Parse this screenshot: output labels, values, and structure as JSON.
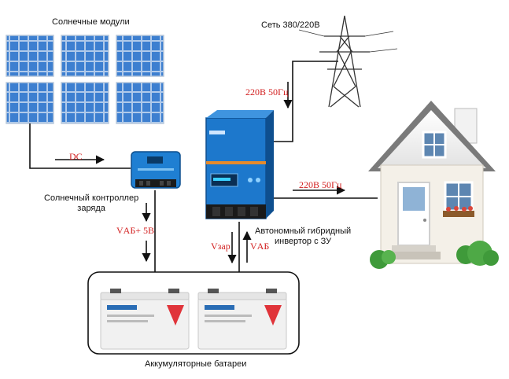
{
  "labels": {
    "solar_modules": "Солнечные модули",
    "grid": "Сеть 380/220В",
    "charge_controller": "Солнечный контроллер\nзаряда",
    "inverter": "Автономный гибридный\nинвертор с ЗУ",
    "batteries": "Аккумуляторные батареи"
  },
  "flows": {
    "dc": "DC",
    "grid_in": "220В 50Гц",
    "house_out": "220В 50Гц",
    "controller_out": "VАБ+ 5В",
    "charge_voltage": "Vзар",
    "battery_voltage": "VАБ"
  },
  "colors": {
    "flow_text": "#d21f1f",
    "panel": "#2a66b5",
    "inverter": "#1a73c9",
    "battery_brand": "#e0343a"
  }
}
